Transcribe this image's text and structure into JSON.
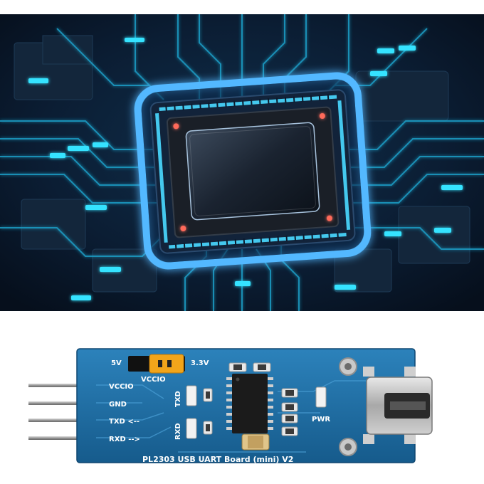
{
  "colors": {
    "background": "#ffffff",
    "circuit_dark": "#0a1626",
    "trace_cyan": "#23d2f5",
    "glow_blue": "#3fa6ff",
    "pcb_blue": "#1f6fa6",
    "header_pin": "#9a9a9a",
    "jumper": "#f2a51a"
  },
  "board": {
    "jumper_left": "5V",
    "jumper_right": "3.3V",
    "jumper_label": "VCCIO",
    "pins": [
      "VCCIO",
      "GND",
      "TXD <--",
      "RXD -->"
    ],
    "led_txd": "TXD",
    "led_rxd": "RXD",
    "led_pwr": "PWR",
    "title": "PL2303 USB UART Board (mini) V2"
  }
}
